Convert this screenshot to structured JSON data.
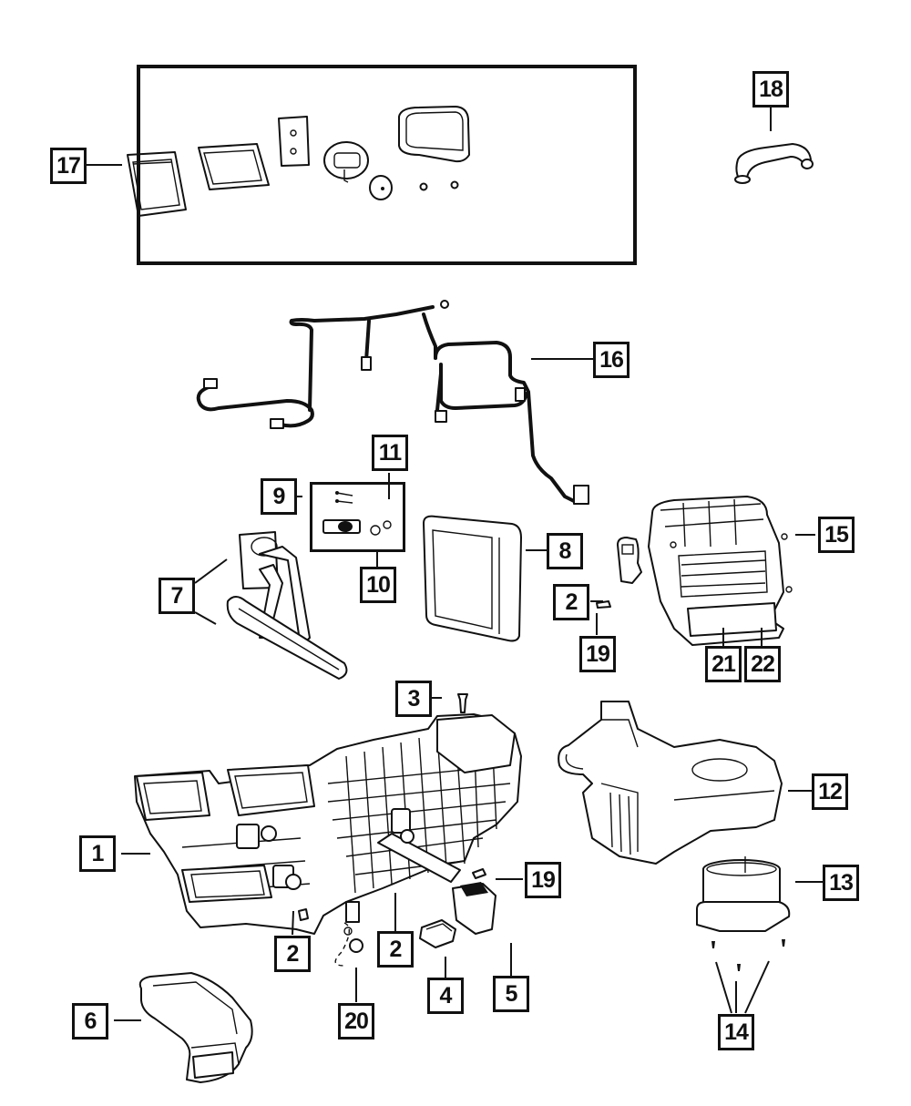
{
  "diagram": {
    "type": "exploded-parts-diagram",
    "subject": "HVAC heater / A/C housing assembly",
    "callouts": [
      {
        "id": "c17",
        "label": "17",
        "part": "seal-kit"
      },
      {
        "id": "c18",
        "label": "18",
        "part": "clip"
      },
      {
        "id": "c16",
        "label": "16",
        "part": "wiring-harness"
      },
      {
        "id": "c11",
        "label": "11",
        "part": "screw"
      },
      {
        "id": "c9",
        "label": "9",
        "part": "expansion-valve-kit"
      },
      {
        "id": "c10",
        "label": "10",
        "part": "o-ring"
      },
      {
        "id": "c7",
        "label": "7",
        "part": "heater-core"
      },
      {
        "id": "c8",
        "label": "8",
        "part": "evaporator"
      },
      {
        "id": "c15",
        "label": "15",
        "part": "distribution-housing"
      },
      {
        "id": "c2a",
        "label": "2",
        "part": "actuator"
      },
      {
        "id": "c19a",
        "label": "19",
        "part": "screw"
      },
      {
        "id": "c21",
        "label": "21",
        "part": "filter-door"
      },
      {
        "id": "c22",
        "label": "22",
        "part": "cabin-filter"
      },
      {
        "id": "c3",
        "label": "3",
        "part": "drain-plug"
      },
      {
        "id": "c12",
        "label": "12",
        "part": "blower-housing"
      },
      {
        "id": "c1",
        "label": "1",
        "part": "hvac-housing"
      },
      {
        "id": "c19b",
        "label": "19",
        "part": "screw"
      },
      {
        "id": "c13",
        "label": "13",
        "part": "blower-motor"
      },
      {
        "id": "c2b",
        "label": "2",
        "part": "actuator"
      },
      {
        "id": "c2c",
        "label": "2",
        "part": "actuator"
      },
      {
        "id": "c4",
        "label": "4",
        "part": "blower-resistor"
      },
      {
        "id": "c5",
        "label": "5",
        "part": "blower-module"
      },
      {
        "id": "c14",
        "label": "14",
        "part": "screws"
      },
      {
        "id": "c6",
        "label": "6",
        "part": "floor-duct"
      },
      {
        "id": "c20",
        "label": "20",
        "part": "grommet"
      }
    ]
  }
}
